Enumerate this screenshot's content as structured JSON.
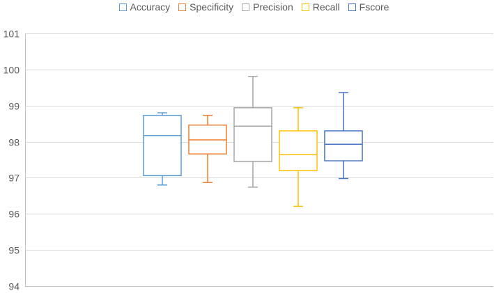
{
  "chart_data": {
    "type": "boxplot",
    "title": "",
    "xlabel": "",
    "ylabel": "",
    "ylim": [
      94,
      101
    ],
    "yticks": [
      94,
      95,
      96,
      97,
      98,
      99,
      100,
      101
    ],
    "grid": true,
    "legend_position": "top",
    "series": [
      {
        "name": "Accuracy",
        "color": "#5B9BD5",
        "min": 96.8,
        "q1": 97.06,
        "median": 98.17,
        "q3": 98.73,
        "max": 98.8
      },
      {
        "name": "Specificity",
        "color": "#ED7D31",
        "min": 96.87,
        "q1": 97.66,
        "median": 98.05,
        "q3": 98.46,
        "max": 98.73
      },
      {
        "name": "Precision",
        "color": "#A5A5A5",
        "min": 96.74,
        "q1": 97.45,
        "median": 98.43,
        "q3": 98.94,
        "max": 99.81
      },
      {
        "name": "Recall",
        "color": "#FFC000",
        "min": 96.21,
        "q1": 97.2,
        "median": 97.64,
        "q3": 98.3,
        "max": 98.94
      },
      {
        "name": "Fscore",
        "color": "#4472C4",
        "min": 96.98,
        "q1": 97.47,
        "median": 97.93,
        "q3": 98.3,
        "max": 99.36
      }
    ]
  }
}
